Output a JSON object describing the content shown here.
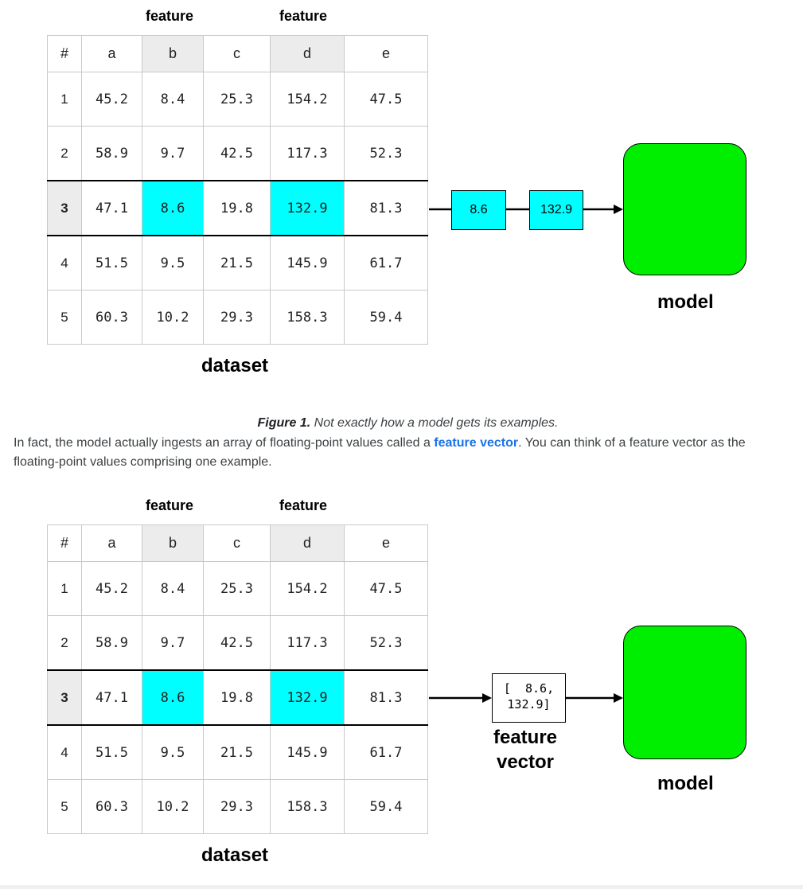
{
  "diagram1": {
    "feature_label_b": "feature",
    "feature_label_d": "feature",
    "headers": [
      "#",
      "a",
      "b",
      "c",
      "d",
      "e"
    ],
    "rows": [
      [
        "1",
        "45.2",
        "8.4",
        "25.3",
        "154.2",
        "47.5"
      ],
      [
        "2",
        "58.9",
        "9.7",
        "42.5",
        "117.3",
        "52.3"
      ],
      [
        "3",
        "47.1",
        "8.6",
        "19.8",
        "132.9",
        "81.3"
      ],
      [
        "4",
        "51.5",
        "9.5",
        "21.5",
        "145.9",
        "61.7"
      ],
      [
        "5",
        "60.3",
        "10.2",
        "29.3",
        "158.3",
        "59.4"
      ]
    ],
    "selected_row": "3",
    "dataset_label": "dataset",
    "value_1": "8.6",
    "value_2": "132.9",
    "model_label": "model"
  },
  "figure_caption": {
    "number": "Figure 1.",
    "text": " Not exactly how a model gets its examples."
  },
  "paragraph": {
    "before": "In fact, the model actually ingests an array of floating-point values called a ",
    "link": "feature vector",
    "after": ". You can think of a feature vector as the floating-point values comprising one example."
  },
  "diagram2": {
    "feature_label_b": "feature",
    "feature_label_d": "feature",
    "headers": [
      "#",
      "a",
      "b",
      "c",
      "d",
      "e"
    ],
    "rows": [
      [
        "1",
        "45.2",
        "8.4",
        "25.3",
        "154.2",
        "47.5"
      ],
      [
        "2",
        "58.9",
        "9.7",
        "42.5",
        "117.3",
        "52.3"
      ],
      [
        "3",
        "47.1",
        "8.6",
        "19.8",
        "132.9",
        "81.3"
      ],
      [
        "4",
        "51.5",
        "9.5",
        "21.5",
        "145.9",
        "61.7"
      ],
      [
        "5",
        "60.3",
        "10.2",
        "29.3",
        "158.3",
        "59.4"
      ]
    ],
    "selected_row": "3",
    "dataset_label": "dataset",
    "vector_text": "[  8.6,\n132.9]",
    "vector_label": "feature\nvector",
    "model_label": "model"
  },
  "colors": {
    "highlight": "#00ffff",
    "model_fill": "#00ee00",
    "header_shade": "#ececec",
    "link": "#1a73e8"
  }
}
